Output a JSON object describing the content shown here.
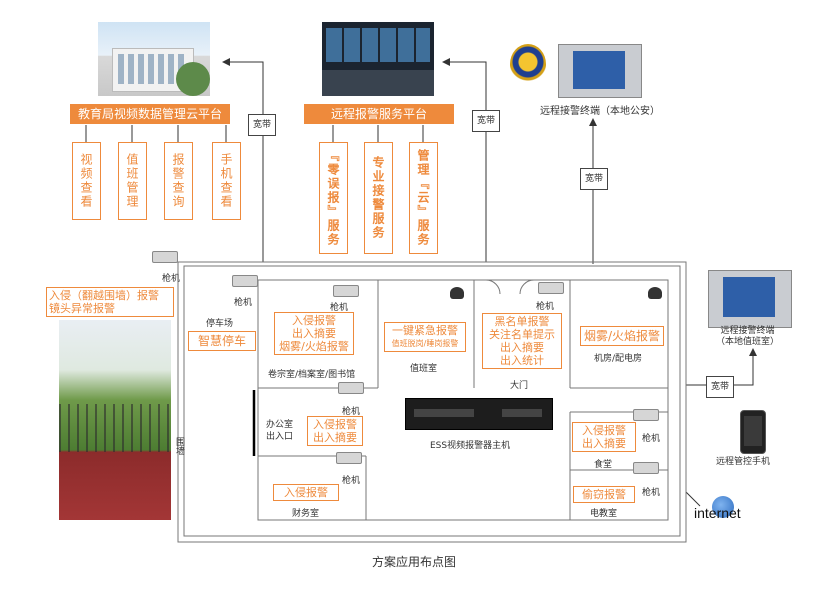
{
  "cloud_platform": {
    "title": "教育局视频数据管理云平台",
    "items": [
      "视频查看",
      "值班管理",
      "报警查询",
      "手机查看"
    ]
  },
  "alarm_platform": {
    "title": "远程报警服务平台",
    "items": [
      "『零误报』服务",
      "专业接警服务",
      "管理『云』服务"
    ]
  },
  "broadband": "宽带",
  "remote_terminal_police": "远程接警终端（本地公安）",
  "remote_terminal_duty": "远程接警终端\n（本地值班室）",
  "remote_mobile": "远程管控手机",
  "internet": "internet",
  "gun_camera": "枪机",
  "wall_alert": "入侵（翻越围墙）报警\n镜头异常报警",
  "wall_label": "围墙",
  "parking": {
    "label": "停车场",
    "feature": "智慧停车"
  },
  "archive": {
    "label": "卷宗室/档案室/图书馆",
    "features": "入侵报警\n出入摘要\n烟雾/火焰报警"
  },
  "duty_room": {
    "label": "值班室",
    "features": "一键紧急报警",
    "sub": "值班脱岗/睡岗报警"
  },
  "gate": {
    "label": "大门",
    "features": "黑名单报警\n关注名单提示\n出入摘要\n出入统计"
  },
  "power_room": {
    "label": "机房/配电房",
    "features": "烟雾/火焰报警"
  },
  "office": {
    "label": "办公室\n出入口",
    "features": "入侵报警\n出入摘要"
  },
  "dvr": "ESS视频报警器主机",
  "canteen": {
    "label": "食堂",
    "features": "入侵报警\n出入摘要"
  },
  "finance": {
    "label": "财务室",
    "features": "入侵报警"
  },
  "ecl_room": {
    "label": "电教室",
    "features": "偷窃报警"
  },
  "caption": "方案应用布点图"
}
